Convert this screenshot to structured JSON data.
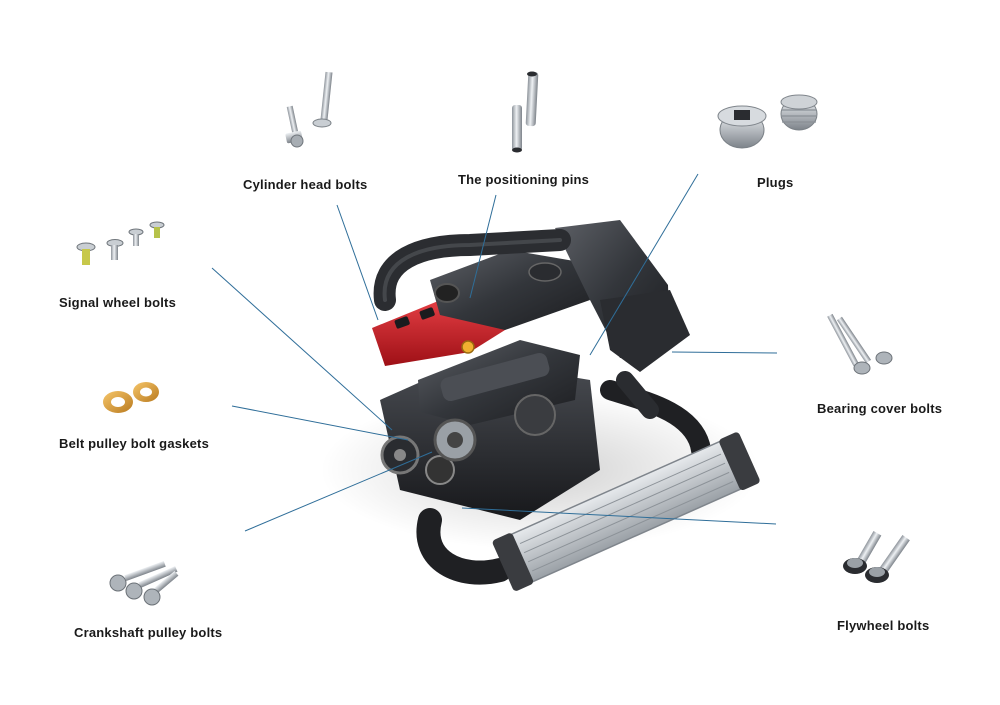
{
  "labels": {
    "cylinder_head_bolts": "Cylinder head bolts",
    "positioning_pins": "The positioning pins",
    "plugs": "Plugs",
    "signal_wheel_bolts": "Signal wheel bolts",
    "belt_pulley_bolt_gaskets": "Belt pulley bolt gaskets",
    "bearing_cover_bolts": "Bearing cover bolts",
    "crankshaft_pulley_bolts": "Crankshaft pulley bolts",
    "flywheel_bolts": "Flywheel bolts"
  },
  "colors": {
    "leader_line": "#2f6e99",
    "engine_red": "#d21f27",
    "engine_dark": "#2b2d31",
    "metal": "#b9bec4",
    "brass": "#d9a13b",
    "text": "#1a1a1a"
  }
}
